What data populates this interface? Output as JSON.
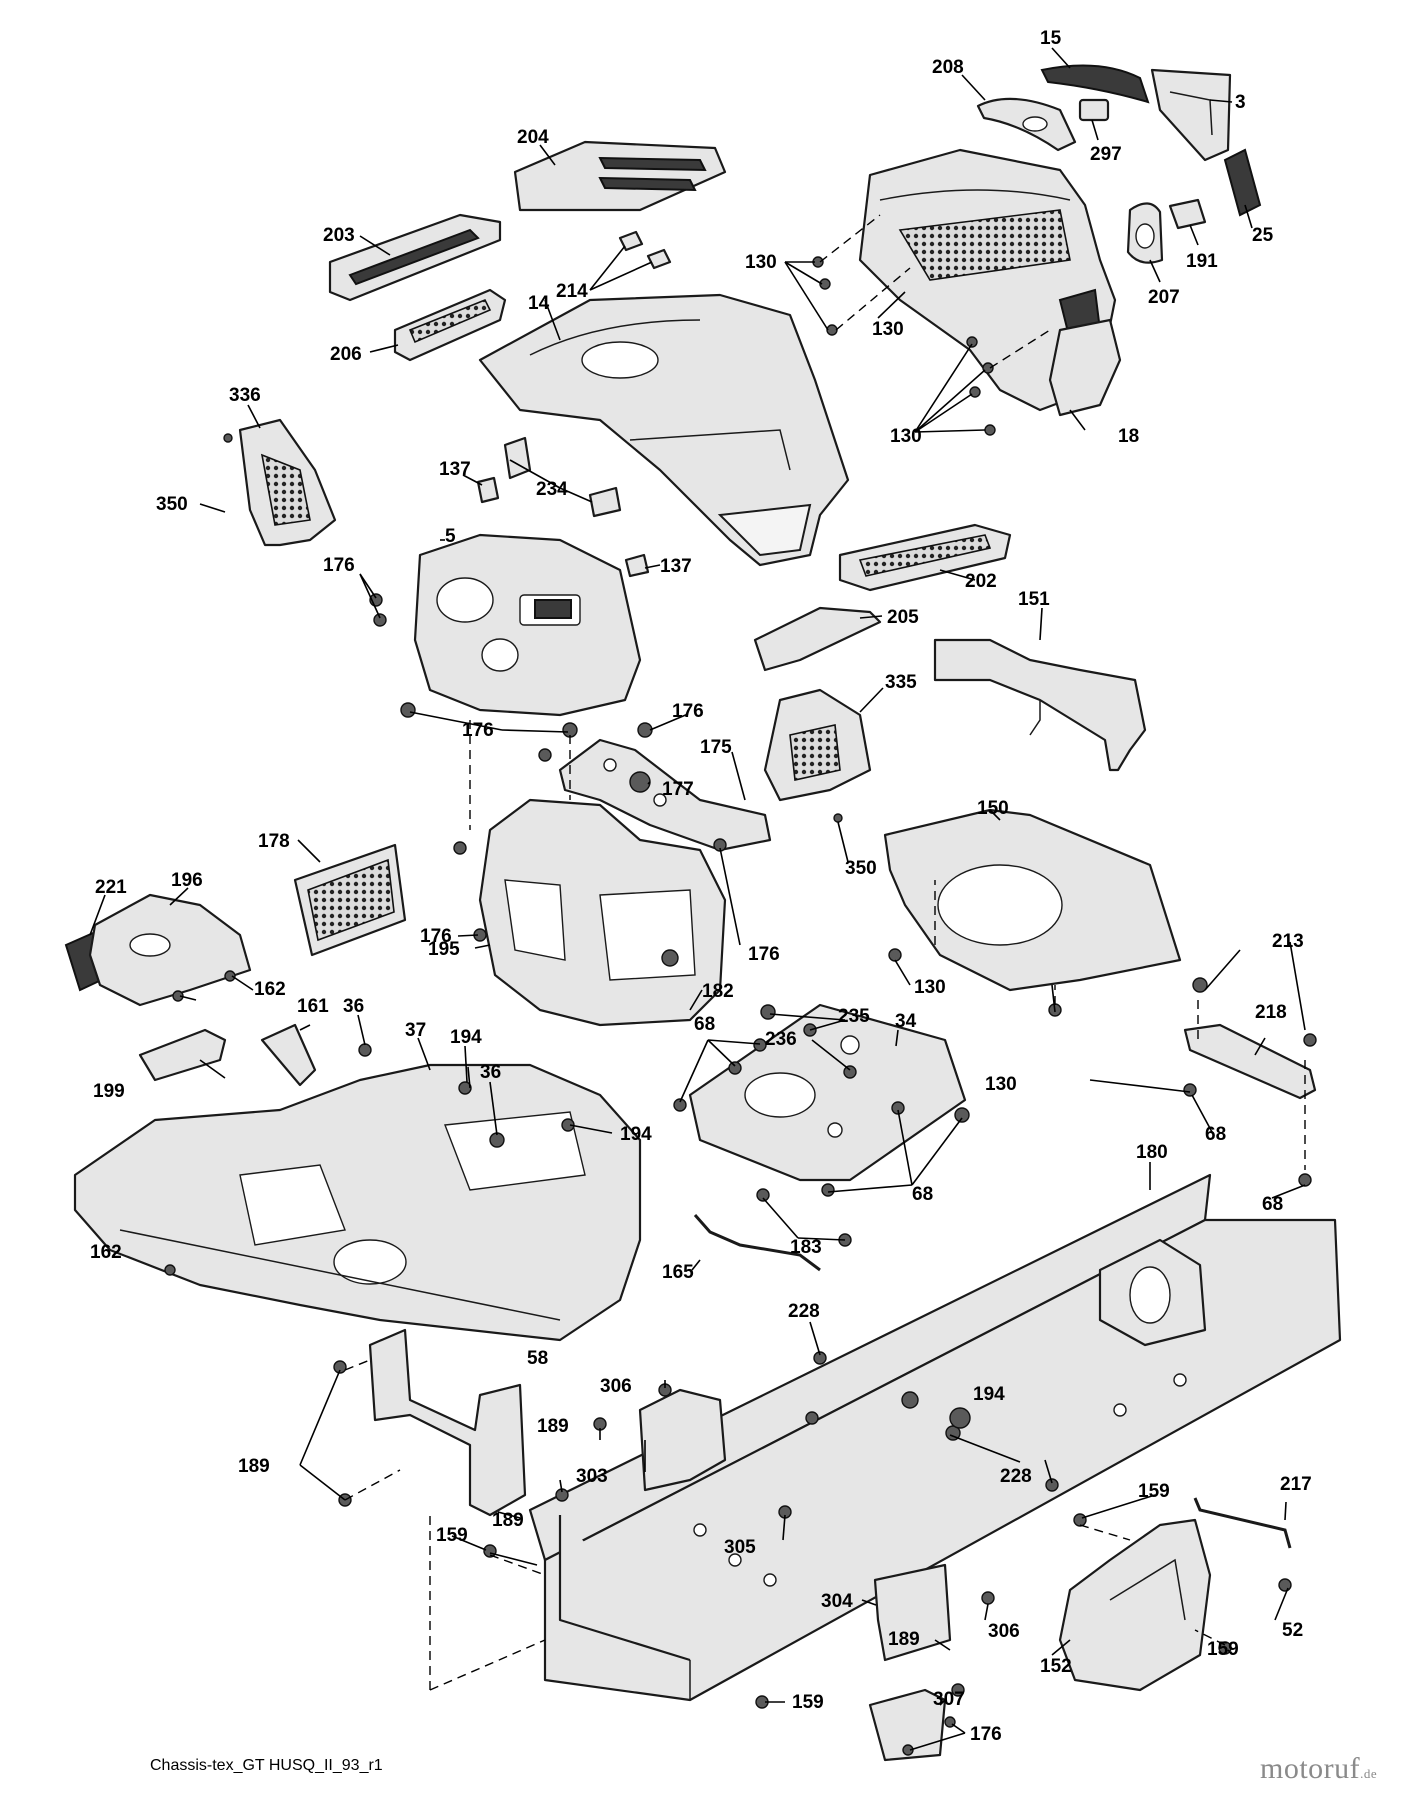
{
  "drawing_reference": "Chassis-tex_GT HUSQ_II_93_r1",
  "watermark": {
    "main": "motoruf",
    "suffix": ".de",
    "color": "#8a8a8a"
  },
  "callout_numbers": {
    "c15": "15",
    "c208": "208",
    "c3": "3",
    "c297": "297",
    "c204": "204",
    "c25": "25",
    "c191": "191",
    "c207": "207",
    "c203": "203",
    "c130": "130",
    "c214": "214",
    "c14": "14",
    "c206": "206",
    "c18": "18",
    "c336": "336",
    "c137": "137",
    "c234": "234",
    "c350": "350",
    "c5": "5",
    "c176": "176",
    "c202": "202",
    "c205": "205",
    "c151": "151",
    "c335": "335",
    "c175": "175",
    "c177": "177",
    "c150": "150",
    "c178": "178",
    "c221": "221",
    "c196": "196",
    "c195": "195",
    "c182": "182",
    "c162": "162",
    "c213": "213",
    "c218": "218",
    "c36": "36",
    "c161": "161",
    "c37": "37",
    "c194": "194",
    "c68": "68",
    "c235": "235",
    "c34": "34",
    "c236": "236",
    "c199": "199",
    "c180": "180",
    "c183": "183",
    "c165": "165",
    "c228": "228",
    "c58": "58",
    "c306": "306",
    "c189": "189",
    "c303": "303",
    "c217": "217",
    "c159": "159",
    "c305": "305",
    "c52": "52",
    "c304": "304",
    "c152": "152",
    "c307": "307"
  }
}
